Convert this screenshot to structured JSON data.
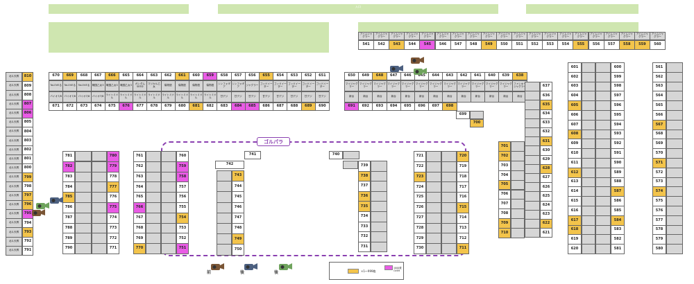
{
  "map": {
    "entrance_label": "入口",
    "area_label": "ゴルパラ",
    "legend": {
      "yellow": "×1〜999枚",
      "pink": "1000枚OVER"
    },
    "camera_labels": [
      "前",
      "後",
      "後"
    ]
  },
  "colors": {
    "green": "#cfe6b0",
    "gray": "#d6d6d6",
    "yellow": "#f3c44b",
    "pink": "#e95be5",
    "dash": "#8a3fb0"
  },
  "icons": [
    "camera-icon"
  ],
  "rows": [
    {
      "id": "r541",
      "names": [
        "アイムジャグラー",
        "アイムジャグラー",
        "アイムジャグラー",
        "アイムジャグラー",
        "アイムジャグラー",
        "アイムジャグラー",
        "アイムジャグラー",
        "アイムジャグラー",
        "アイムジャグラー",
        "アイムジャグラー",
        "アイムジャグラー",
        "アイムジャグラー",
        "アイムジャグラー",
        "アイムジャグラー",
        "アイムジャグラー",
        "アイムジャグラー",
        "アイムジャグラー",
        "アイムジャグラー",
        "アイムジャグラー",
        "アイムジャグラー"
      ],
      "nums": [
        "541",
        "542",
        "543",
        "544",
        "545",
        "546",
        "547",
        "548",
        "549",
        "550",
        "551",
        "552",
        "553",
        "554",
        "555",
        "556",
        "557",
        "558",
        "559",
        "560"
      ],
      "colors": [
        "w",
        "w",
        "y",
        "w",
        "p",
        "w",
        "w",
        "w",
        "y",
        "w",
        "w",
        "w",
        "w",
        "w",
        "y",
        "w",
        "w",
        "y",
        "y",
        "w"
      ]
    },
    {
      "id": "r670",
      "nums": [
        "670",
        "669",
        "668",
        "667",
        "666",
        "665",
        "664",
        "663",
        "662",
        "661",
        "660",
        "659",
        "658",
        "657",
        "656",
        "655",
        "654",
        "653",
        "652",
        "651"
      ],
      "colors": [
        "w",
        "y",
        "w",
        "w",
        "y",
        "w",
        "w",
        "w",
        "w",
        "y",
        "w",
        "p",
        "w",
        "w",
        "w",
        "y",
        "w",
        "w",
        "w",
        "w"
      ]
    },
    {
      "id": "r670n",
      "names": [
        "ToLOVEる",
        "ToLOVEる",
        "ToLOVEる",
        "戦国乙女3",
        "戦国乙女3",
        "戦国乙女3",
        "ガンダムSEED",
        "マジカル乙女",
        "傷物語",
        "傷物語",
        "傷物語",
        "傷物語",
        "シンフォギア",
        "シンフォギア",
        "ジャグラー",
        "ゴッドイーター",
        "ゴッドイーター",
        "ゴッドイーター",
        "ゴッドイーター",
        "ゴッドイーター"
      ]
    },
    {
      "id": "r671n",
      "names": [
        "バイオ7/8",
        "バイオ7/8",
        "バイオ7/8",
        "バイオ7/8",
        "ライトミドル",
        "ライトミドル",
        "ライトミドル",
        "ライトミドル",
        "ライトミドル",
        "ライトミドル",
        "ライトミドル",
        "ライトミドル",
        "甘デジ",
        "甘デジ",
        "甘デジ",
        "甘デジ",
        "甘デジ",
        "甘デジ",
        "甘デジ",
        "甘デジ"
      ]
    },
    {
      "id": "r671",
      "nums": [
        "671",
        "672",
        "673",
        "674",
        "675",
        "676",
        "677",
        "678",
        "679",
        "680",
        "681",
        "682",
        "683",
        "684",
        "685",
        "686",
        "687",
        "688",
        "689",
        "690"
      ],
      "colors": [
        "w",
        "w",
        "w",
        "w",
        "w",
        "p",
        "w",
        "w",
        "w",
        "w",
        "y",
        "w",
        "w",
        "p",
        "p",
        "w",
        "w",
        "w",
        "y",
        "w"
      ]
    },
    {
      "id": "r650",
      "nums": [
        "650",
        "649",
        "648",
        "647",
        "646",
        "645",
        "644",
        "643",
        "642",
        "641",
        "640",
        "639",
        "638"
      ],
      "colors": [
        "w",
        "w",
        "y",
        "w",
        "w",
        "w",
        "w",
        "w",
        "w",
        "w",
        "w",
        "w",
        "y"
      ]
    },
    {
      "id": "r650n",
      "names": [
        "マイジャグラー",
        "マイジャグラー",
        "マイジャグラー",
        "マイジャグラー",
        "マイジャグラー",
        "マイジャグラー",
        "マイジャグラー",
        "マイジャグラー",
        "マイジャグラー",
        "マイジャグラー",
        "マイジャグラー",
        "マイジャグラー",
        "ファンキージャグラー"
      ]
    },
    {
      "id": "r691n",
      "names": [
        "新台",
        "新台",
        "新台",
        "新台",
        "新台",
        "新台",
        "新台",
        "新台",
        "新台",
        "新台",
        "新台",
        "新台",
        "新台"
      ]
    },
    {
      "id": "r691",
      "nums": [
        "691",
        "692",
        "693",
        "694",
        "695",
        "696",
        "697",
        "698"
      ],
      "colors": [
        "p",
        "w",
        "w",
        "w",
        "w",
        "w",
        "w",
        "y"
      ]
    },
    {
      "id": "lcol",
      "nums": [
        "810",
        "809",
        "808",
        "807",
        "806",
        "805",
        "804",
        "803",
        "802",
        "801",
        "800",
        "799",
        "798",
        "797",
        "796",
        "795",
        "794",
        "793",
        "792",
        "791"
      ],
      "colors": [
        "y",
        "w",
        "w",
        "p",
        "p",
        "w",
        "w",
        "w",
        "w",
        "w",
        "w",
        "y",
        "w",
        "y",
        "y",
        "p",
        "w",
        "y",
        "w",
        "w"
      ],
      "name": "北斗天昇"
    },
    {
      "id": "b781",
      "nums": [
        "781",
        "782",
        "783",
        "784",
        "785",
        "786",
        "787",
        "788",
        "789",
        "790"
      ],
      "colors": [
        "w",
        "p",
        "w",
        "w",
        "y",
        "w",
        "w",
        "w",
        "w",
        "w"
      ]
    },
    {
      "id": "b780",
      "nums": [
        "780",
        "779",
        "778",
        "777",
        "776",
        "775",
        "774",
        "773",
        "772",
        "771"
      ],
      "colors": [
        "p",
        "p",
        "w",
        "y",
        "w",
        "p",
        "w",
        "w",
        "w",
        "w"
      ]
    },
    {
      "id": "b761",
      "nums": [
        "761",
        "762",
        "763",
        "764",
        "765",
        "766",
        "767",
        "768",
        "769",
        "770"
      ],
      "colors": [
        "w",
        "w",
        "w",
        "w",
        "w",
        "p",
        "w",
        "w",
        "w",
        "y"
      ]
    },
    {
      "id": "b760",
      "nums": [
        "760",
        "759",
        "758",
        "757",
        "756",
        "755",
        "754",
        "753",
        "752",
        "751"
      ],
      "colors": [
        "w",
        "p",
        "p",
        "w",
        "w",
        "w",
        "y",
        "w",
        "w",
        "p"
      ]
    },
    {
      "id": "b742",
      "nums": [
        "743",
        "744",
        "745",
        "746",
        "747",
        "748",
        "749",
        "750"
      ],
      "colors": [
        "y",
        "w",
        "w",
        "w",
        "w",
        "w",
        "y",
        "w"
      ]
    },
    {
      "id": "b721",
      "nums": [
        "721",
        "722",
        "723",
        "724",
        "725",
        "726",
        "727",
        "728",
        "729",
        "730"
      ],
      "colors": [
        "w",
        "w",
        "y",
        "w",
        "w",
        "w",
        "w",
        "w",
        "w",
        "w"
      ]
    },
    {
      "id": "b720",
      "nums": [
        "720",
        "719",
        "718",
        "717",
        "716",
        "715",
        "714",
        "713",
        "712",
        "711"
      ],
      "colors": [
        "y",
        "w",
        "w",
        "w",
        "w",
        "y",
        "w",
        "w",
        "w",
        "y"
      ]
    },
    {
      "id": "b739",
      "nums": [
        "739",
        "738",
        "737",
        "736",
        "735",
        "734",
        "733",
        "732",
        "731"
      ],
      "colors": [
        "w",
        "y",
        "w",
        "y",
        "y",
        "w",
        "w",
        "w",
        "w"
      ]
    },
    {
      "id": "b701",
      "nums": [
        "701",
        "702",
        "703",
        "704",
        "705",
        "706",
        "707",
        "708",
        "709",
        "710"
      ],
      "colors": [
        "y",
        "y",
        "w",
        "w",
        "y",
        "w",
        "w",
        "w",
        "y",
        "y"
      ]
    },
    {
      "id": "b637",
      "nums": [
        "637",
        "636",
        "635",
        "634",
        "633",
        "632",
        "631",
        "630",
        "629",
        "628",
        "627",
        "626",
        "625",
        "624",
        "623",
        "622",
        "621"
      ],
      "colors": [
        "w",
        "w",
        "y",
        "w",
        "w",
        "w",
        "y",
        "w",
        "w",
        "y",
        "w",
        "w",
        "w",
        "w",
        "w",
        "y",
        "w"
      ]
    },
    {
      "id": "b601",
      "nums": [
        "601",
        "602",
        "603",
        "604",
        "605",
        "606",
        "607",
        "608",
        "609",
        "610",
        "611",
        "612",
        "613",
        "614",
        "615",
        "616",
        "617",
        "618",
        "619",
        "620"
      ],
      "colors": [
        "w",
        "w",
        "w",
        "w",
        "y",
        "w",
        "w",
        "y",
        "w",
        "w",
        "w",
        "y",
        "w",
        "w",
        "w",
        "w",
        "y",
        "y",
        "w",
        "w"
      ]
    },
    {
      "id": "b600",
      "nums": [
        "600",
        "599",
        "598",
        "597",
        "596",
        "595",
        "594",
        "593",
        "592",
        "591",
        "590",
        "589",
        "588",
        "587",
        "586",
        "585",
        "584",
        "583",
        "582",
        "581"
      ],
      "colors": [
        "w",
        "w",
        "w",
        "w",
        "w",
        "w",
        "w",
        "w",
        "w",
        "w",
        "w",
        "w",
        "w",
        "y",
        "w",
        "w",
        "y",
        "w",
        "w",
        "w"
      ]
    },
    {
      "id": "b561",
      "nums": [
        "561",
        "562",
        "563",
        "564",
        "565",
        "566",
        "567",
        "568",
        "569",
        "570",
        "571",
        "572",
        "573",
        "574",
        "575",
        "576",
        "577",
        "578",
        "579",
        "580"
      ],
      "colors": [
        "w",
        "w",
        "w",
        "w",
        "w",
        "w",
        "y",
        "w",
        "w",
        "w",
        "y",
        "w",
        "w",
        "y",
        "w",
        "w",
        "w",
        "w",
        "w",
        "w"
      ]
    }
  ]
}
